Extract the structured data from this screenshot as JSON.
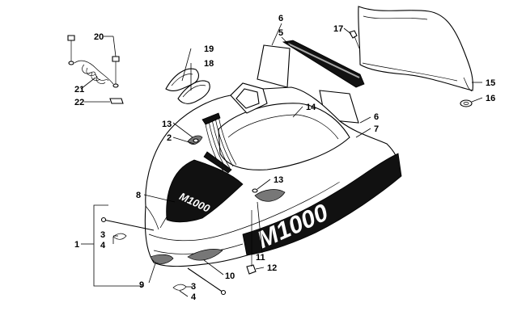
{
  "callouts": [
    {
      "id": "c1",
      "label": "1"
    },
    {
      "id": "c2",
      "label": "2"
    },
    {
      "id": "c3a",
      "label": "3"
    },
    {
      "id": "c3b",
      "label": "3"
    },
    {
      "id": "c4a",
      "label": "4"
    },
    {
      "id": "c4b",
      "label": "4"
    },
    {
      "id": "c5",
      "label": "5"
    },
    {
      "id": "c6a",
      "label": "6"
    },
    {
      "id": "c6b",
      "label": "6"
    },
    {
      "id": "c7",
      "label": "7"
    },
    {
      "id": "c8",
      "label": "8"
    },
    {
      "id": "c9",
      "label": "9"
    },
    {
      "id": "c10",
      "label": "10"
    },
    {
      "id": "c11",
      "label": "11"
    },
    {
      "id": "c12",
      "label": "12"
    },
    {
      "id": "c13a",
      "label": "13"
    },
    {
      "id": "c13b",
      "label": "13"
    },
    {
      "id": "c14",
      "label": "14"
    },
    {
      "id": "c15",
      "label": "15"
    },
    {
      "id": "c16",
      "label": "16"
    },
    {
      "id": "c17",
      "label": "17"
    },
    {
      "id": "c18",
      "label": "18"
    },
    {
      "id": "c19",
      "label": "19"
    },
    {
      "id": "c20",
      "label": "20"
    },
    {
      "id": "c21",
      "label": "21"
    },
    {
      "id": "c22",
      "label": "22"
    }
  ],
  "decals": {
    "side_logo": "M1000",
    "front_logo": "M1000",
    "side_logo_small": "M1000"
  },
  "colors": {
    "line": "#000000",
    "decal": "#111111",
    "background": "#ffffff"
  }
}
